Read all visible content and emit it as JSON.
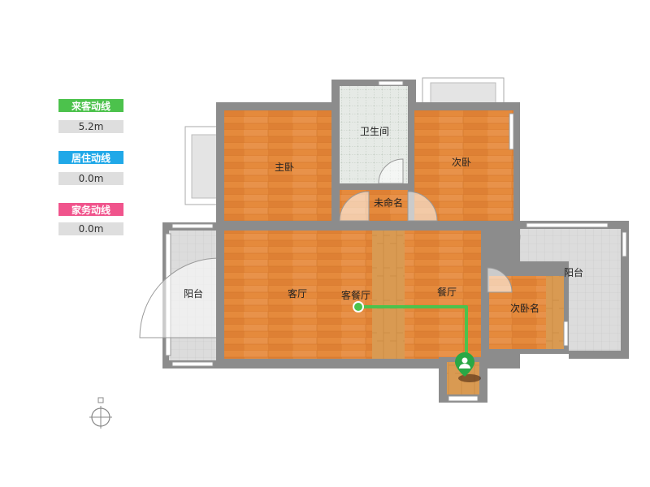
{
  "legend": {
    "visitor": {
      "label": "来客动线",
      "value": "5.2m",
      "color": "#4cc24c"
    },
    "resident": {
      "label": "居住动线",
      "value": "0.0m",
      "color": "#20a8e8"
    },
    "housework": {
      "label": "家务动线",
      "value": "0.0m",
      "color": "#f0548c"
    }
  },
  "rooms": {
    "master_bedroom": "主卧",
    "bathroom": "卫生间",
    "second_bedroom": "次卧",
    "unnamed": "未命名",
    "living": "客厅",
    "living_dining": "客餐厅",
    "dining": "餐厅",
    "balcony_left": "阳台",
    "balcony_right": "阳台",
    "second_bedroom_named": "次卧名"
  },
  "colors": {
    "wall": "#8c8c8c",
    "floor_wood": "#e58a3c",
    "floor_wood_dark": "#d97a2c",
    "tile": "#d8d8d8",
    "path": "#4cc24c"
  },
  "icons": {
    "location_pin": "person-pin-icon",
    "compass": "compass-icon"
  }
}
